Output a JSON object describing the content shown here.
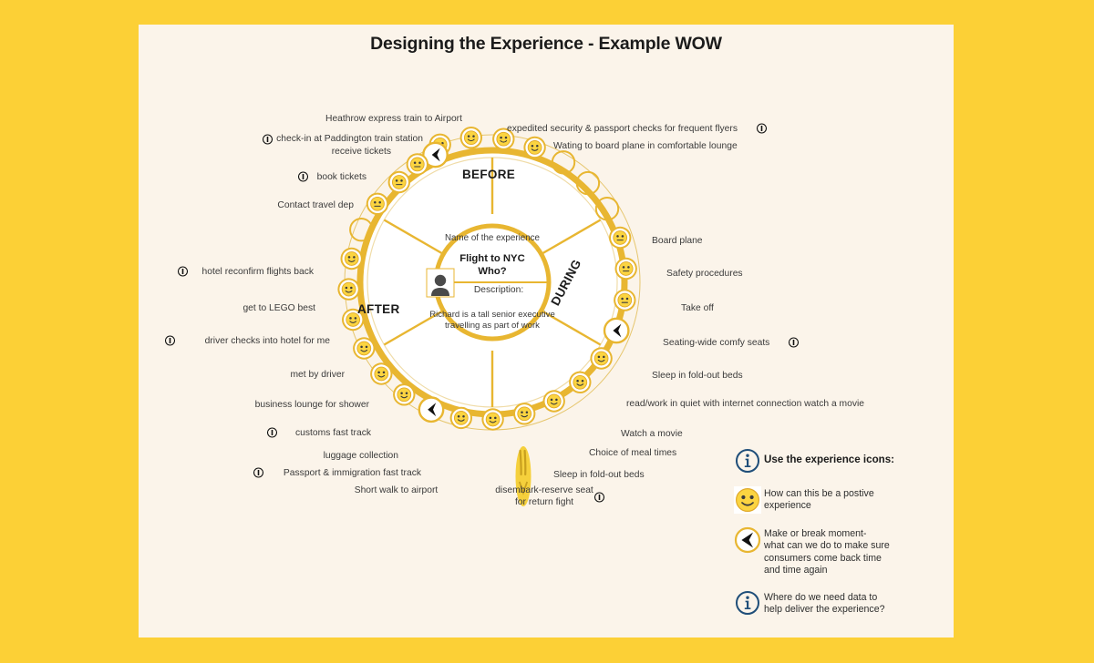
{
  "page": {
    "title": "Designing the Experience - Example WOW",
    "background_color": "#FCD036",
    "card_color": "#FBF4EA",
    "accent_color": "#E8B631",
    "info_color": "#1F4E79"
  },
  "wheel": {
    "sections": [
      {
        "key": "before",
        "label": "BEFORE"
      },
      {
        "key": "during",
        "label": "DURING"
      },
      {
        "key": "after",
        "label": "AFTER"
      }
    ],
    "center": {
      "name_caption": "Name of the experience",
      "experience_name": "Flight to NYC",
      "who_label": "Who?",
      "description_label": "Description:",
      "description_line1": "Richard is a tall senior executive",
      "description_line2": "travelling as part of work",
      "avatar_icon": "person-icon"
    }
  },
  "steps": [
    {
      "id": 1,
      "label": "Heathrow express train to Airport",
      "icon": "none",
      "info": false
    },
    {
      "id": 2,
      "label": "check-in at Paddington train station\nreceive tickets",
      "icon": "smiley",
      "info": true
    },
    {
      "id": 3,
      "label": "book tickets",
      "icon": "smiley",
      "info": true
    },
    {
      "id": 4,
      "label": "Contact travel dep",
      "icon": "smiley",
      "info": false
    },
    {
      "id": 5,
      "label": "expedited security & passport checks for frequent flyers",
      "icon": "smiley",
      "info": true
    },
    {
      "id": 6,
      "label": "Wating to board plane in comfortable lounge",
      "icon": "smiley",
      "info": false
    },
    {
      "id": 7,
      "label": "Board plane",
      "icon": "smiley",
      "info": false
    },
    {
      "id": 8,
      "label": "Safety procedures",
      "icon": "smiley",
      "info": false
    },
    {
      "id": 9,
      "label": "Take off",
      "icon": "smiley",
      "info": false
    },
    {
      "id": 10,
      "label": "Seating-wide comfy seats",
      "icon": "make-break",
      "info": true
    },
    {
      "id": 11,
      "label": "Sleep in fold-out beds",
      "icon": "smiley",
      "info": false
    },
    {
      "id": 12,
      "label": "read/work in quiet with internet connection watch a movie",
      "icon": "smiley",
      "info": false
    },
    {
      "id": 13,
      "label": "Watch a movie",
      "icon": "smiley",
      "info": false
    },
    {
      "id": 14,
      "label": "Choice of meal times",
      "icon": "smiley",
      "info": false
    },
    {
      "id": 15,
      "label": "Sleep in fold-out beds",
      "icon": "smiley",
      "info": false
    },
    {
      "id": 16,
      "label": "disembark-reserve seat\nfor return fight",
      "icon": "smiley",
      "info": true
    },
    {
      "id": 17,
      "label": "Short walk to airport",
      "icon": "smiley",
      "info": false
    },
    {
      "id": 18,
      "label": "Passport & immigration fast track",
      "icon": "make-break",
      "info": true
    },
    {
      "id": 19,
      "label": "luggage collection",
      "icon": "smiley",
      "info": false
    },
    {
      "id": 20,
      "label": "customs fast track",
      "icon": "smiley",
      "info": true
    },
    {
      "id": 21,
      "label": "business lounge for shower",
      "icon": "smiley",
      "info": false
    },
    {
      "id": 22,
      "label": "met by driver",
      "icon": "smiley",
      "info": false
    },
    {
      "id": 23,
      "label": "driver checks into hotel for me",
      "icon": "smiley",
      "info": true
    },
    {
      "id": 24,
      "label": "get to LEGO best",
      "icon": "smiley",
      "info": false
    },
    {
      "id": 25,
      "label": "hotel reconfirm flights back",
      "icon": "smiley",
      "info": true
    }
  ],
  "labels": {
    "heathrow": "Heathrow express train to Airport",
    "checkin_l1": "check-in at Paddington train station",
    "checkin_l2": "receive tickets",
    "book_tickets": "book tickets",
    "contact_travel": "Contact travel dep",
    "expedited": "expedited security & passport checks for frequent flyers",
    "wating": "Wating to board plane in comfortable lounge",
    "board_plane": "Board plane",
    "safety": "Safety procedures",
    "take_off": "Take off",
    "seating": "Seating-wide comfy seats",
    "sleep_beds_1": "Sleep in fold-out beds",
    "read_work": "read/work in quiet with internet connection watch a movie",
    "watch_movie": "Watch a movie",
    "meal_times": "Choice of meal times",
    "sleep_beds_2": "Sleep in fold-out beds",
    "disembark_l1": "disembark-reserve seat",
    "disembark_l2": "for return fight",
    "short_walk": "Short walk to airport",
    "passport": "Passport & immigration fast track",
    "luggage": "luggage collection",
    "customs": "customs fast track",
    "business_lounge": "business lounge for shower",
    "met_driver": "met by driver",
    "driver_hotel": "driver checks into hotel for me",
    "lego": "get to LEGO best",
    "hotel_reconfirm": "hotel reconfirm flights back"
  },
  "legend": {
    "heading": "Use the experience icons:",
    "heading_icon": "info-icon",
    "items": [
      {
        "icon": "smiley-icon",
        "line1": "How can this be a postive",
        "line2": "experience",
        "line3": "",
        "line4": ""
      },
      {
        "icon": "make-break-icon",
        "line1": "Make or break moment-",
        "line2": "what can we do to make sure",
        "line3": "consumers come back time",
        "line4": "and time again"
      },
      {
        "icon": "info-icon",
        "line1": "Where do we need data to",
        "line2": "help deliver the experience?",
        "line3": "",
        "line4": ""
      }
    ]
  }
}
